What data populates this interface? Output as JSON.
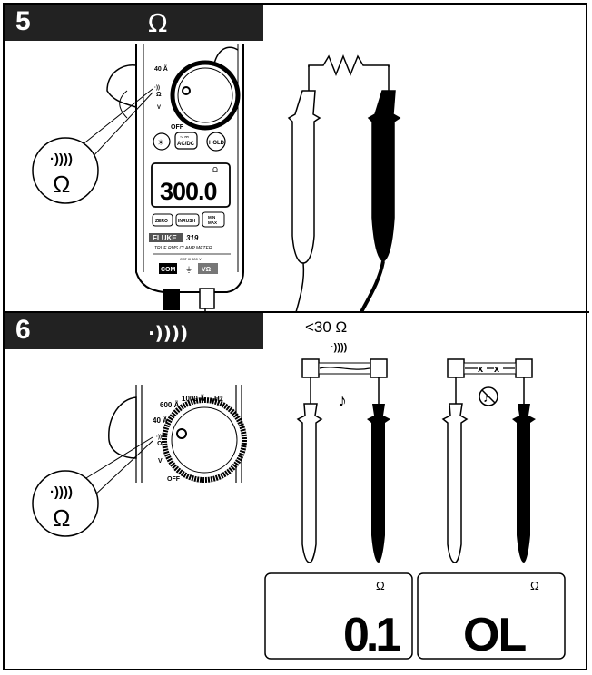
{
  "step5": {
    "number": "5",
    "symbol": "Ω",
    "callout_sound": "·))))",
    "callout_ohm": "Ω",
    "meter": {
      "range_40a": "40 Ã",
      "off_label": "OFF",
      "ohm_label": "Ω",
      "acdc_button": "AC/DC",
      "hold_button": "HOLD",
      "display_unit": "Ω",
      "display_value": "300.0",
      "zero_button": "ZERO",
      "inrush_button": "INRUSH",
      "minmax_button": "MIN MAX",
      "brand": "FLUKE",
      "model": "319",
      "subtitle": "TRUE RMS CLAMP METER",
      "cat_label": "CAT III 600 V",
      "com_jack": "COM",
      "vohm_jack": "VΩ"
    }
  },
  "step6": {
    "number": "6",
    "symbol": "·))))",
    "callout_sound": "·))))",
    "callout_ohm": "Ω",
    "meter": {
      "range_1000a": "1000 Ã",
      "range_hz": "Hz",
      "range_600a": "600 Ã",
      "range_40a": "40 Ã",
      "off_label": "OFF"
    },
    "threshold_label": "<30 Ω",
    "threshold_sound": "·))))",
    "left_display": {
      "unit": "Ω",
      "value": "0.1"
    },
    "right_display": {
      "unit": "Ω",
      "value": "OL"
    }
  }
}
